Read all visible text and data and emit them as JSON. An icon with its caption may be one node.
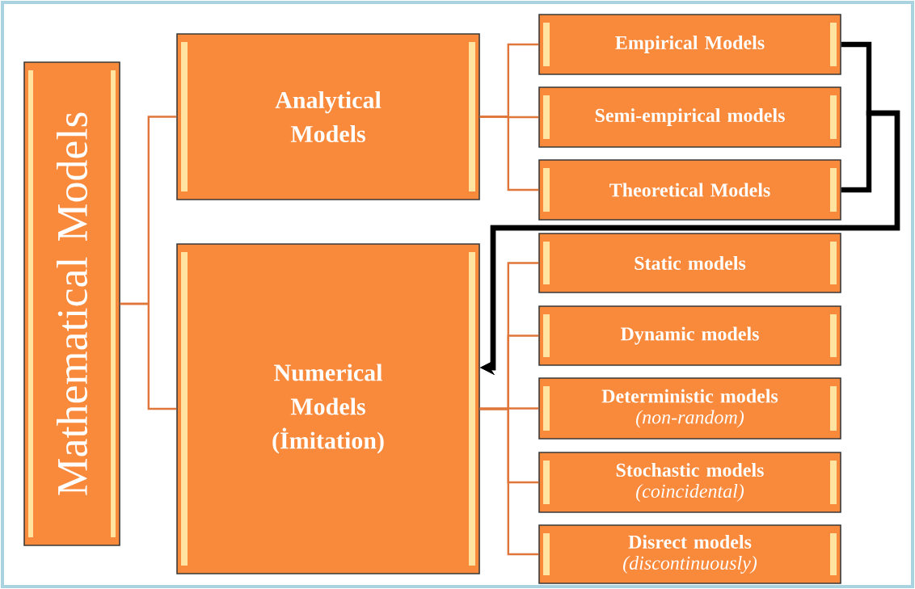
{
  "diagram": {
    "nodes": [
      {
        "text": [
          "Mathematical Models"
        ]
      },
      {
        "text": [
          "Analytical Models"
        ]
      },
      {
        "text": [
          "Numerical Models (İmitation)"
        ]
      },
      {
        "text": [
          "Empirical Models"
        ]
      },
      {
        "text": [
          "Semi-empirical models"
        ]
      },
      {
        "text": [
          "Theoretical Models"
        ]
      },
      {
        "text": [
          "Static models"
        ]
      },
      {
        "text": [
          "Dynamic models"
        ]
      },
      {
        "text": [
          "Deterministic models",
          "(non-random)"
        ]
      },
      {
        "text": [
          "Stochastic models",
          "(coincidental)"
        ]
      },
      {
        "text": [
          "Disrect models",
          "(discontinuously)"
        ]
      }
    ],
    "edges": [
      {
        "from": 0,
        "to": 1,
        "arrow": "none"
      },
      {
        "from": 0,
        "to": 2,
        "arrow": "none"
      },
      {
        "from": 1,
        "to": 3,
        "arrow": "none"
      },
      {
        "from": 1,
        "to": 4,
        "arrow": "none"
      },
      {
        "from": 1,
        "to": 5,
        "arrow": "none"
      },
      {
        "from": 2,
        "to": 6,
        "arrow": "none"
      },
      {
        "from": 2,
        "to": 7,
        "arrow": "none"
      },
      {
        "from": 2,
        "to": 8,
        "arrow": "none"
      },
      {
        "from": 2,
        "to": 9,
        "arrow": "none"
      },
      {
        "from": 2,
        "to": 10,
        "arrow": "none"
      },
      {
        "from": 3,
        "to": 2,
        "arrow": "to",
        "style": "thick",
        "color": "#000000"
      },
      {
        "from": 5,
        "to": 2,
        "arrow": "to",
        "style": "thick",
        "color": "#000000"
      }
    ]
  }
}
